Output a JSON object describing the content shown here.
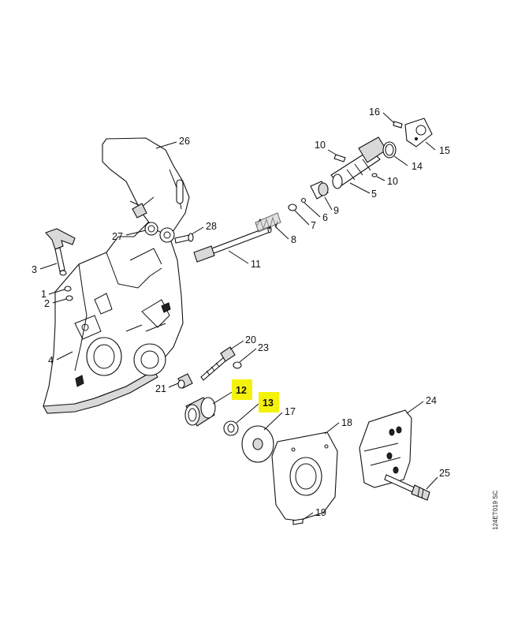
{
  "callouts": [
    {
      "id": "26",
      "label": "26",
      "highlighted": false
    },
    {
      "id": "16",
      "label": "16",
      "highlighted": false
    },
    {
      "id": "15",
      "label": "15",
      "highlighted": false
    },
    {
      "id": "10a",
      "label": "10",
      "highlighted": false
    },
    {
      "id": "14",
      "label": "14",
      "highlighted": false
    },
    {
      "id": "10b",
      "label": "10",
      "highlighted": false
    },
    {
      "id": "5",
      "label": "5",
      "highlighted": false
    },
    {
      "id": "9",
      "label": "9",
      "highlighted": false
    },
    {
      "id": "6",
      "label": "6",
      "highlighted": false
    },
    {
      "id": "7",
      "label": "7",
      "highlighted": false
    },
    {
      "id": "28",
      "label": "28",
      "highlighted": false
    },
    {
      "id": "27",
      "label": "27",
      "highlighted": false
    },
    {
      "id": "8",
      "label": "8",
      "highlighted": false
    },
    {
      "id": "11",
      "label": "11",
      "highlighted": false
    },
    {
      "id": "3",
      "label": "3",
      "highlighted": false
    },
    {
      "id": "1",
      "label": "1",
      "highlighted": false
    },
    {
      "id": "2",
      "label": "2",
      "highlighted": false
    },
    {
      "id": "4",
      "label": "4",
      "highlighted": false
    },
    {
      "id": "20",
      "label": "20",
      "highlighted": false
    },
    {
      "id": "23",
      "label": "23",
      "highlighted": false
    },
    {
      "id": "21",
      "label": "21",
      "highlighted": false
    },
    {
      "id": "12",
      "label": "12",
      "highlighted": true
    },
    {
      "id": "13",
      "label": "13",
      "highlighted": true
    },
    {
      "id": "17",
      "label": "17",
      "highlighted": false
    },
    {
      "id": "24",
      "label": "24",
      "highlighted": false
    },
    {
      "id": "18",
      "label": "18",
      "highlighted": false
    },
    {
      "id": "25",
      "label": "25",
      "highlighted": false
    },
    {
      "id": "19",
      "label": "19",
      "highlighted": false
    }
  ],
  "drawing_code": "124ET019 SC",
  "colors": {
    "highlight": "#f5f20a",
    "ink": "#111111",
    "background": "#ffffff"
  }
}
